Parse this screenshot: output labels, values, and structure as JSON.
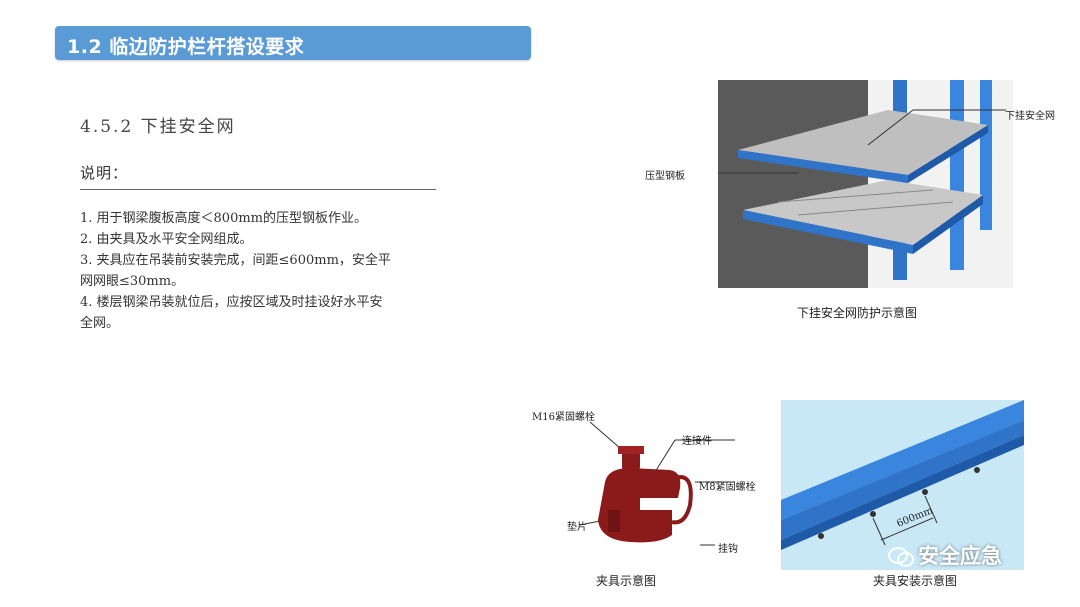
{
  "title": "1.2   临边防护栏杆搭设要求",
  "section_heading": "4.5.2   下挂安全网",
  "explain_label": "说明：",
  "notes": [
    "1. 用于钢梁腹板高度＜800mm的压型钢板作业。",
    "2. 由夹具及水平安全网组成。",
    "3. 夹具应在吊装前安装完成，间距≤600mm，安全平",
    "    网网眼≤30mm。",
    "4.  楼层钢梁吊装就位后，应按区域及时挂设好水平安",
    "    全网。"
  ],
  "figure1": {
    "caption": "下挂安全网防护示意图",
    "label_net": "下挂安全网",
    "label_deck": "压型钢板"
  },
  "figure2": {
    "caption": "夹具示意图",
    "labels": {
      "m16": "M16紧固螺栓",
      "connector": "连接件",
      "m8": "M8紧固螺栓",
      "pad": "垫片",
      "hook": "挂钩"
    }
  },
  "figure3": {
    "caption": "夹具安装示意图",
    "dimension": "600mm"
  },
  "watermark": "安全应急",
  "colors": {
    "title_bar": "#5b9bd5",
    "steel_blue": "#2f74c9",
    "clamp_red": "#8b1a1a"
  }
}
